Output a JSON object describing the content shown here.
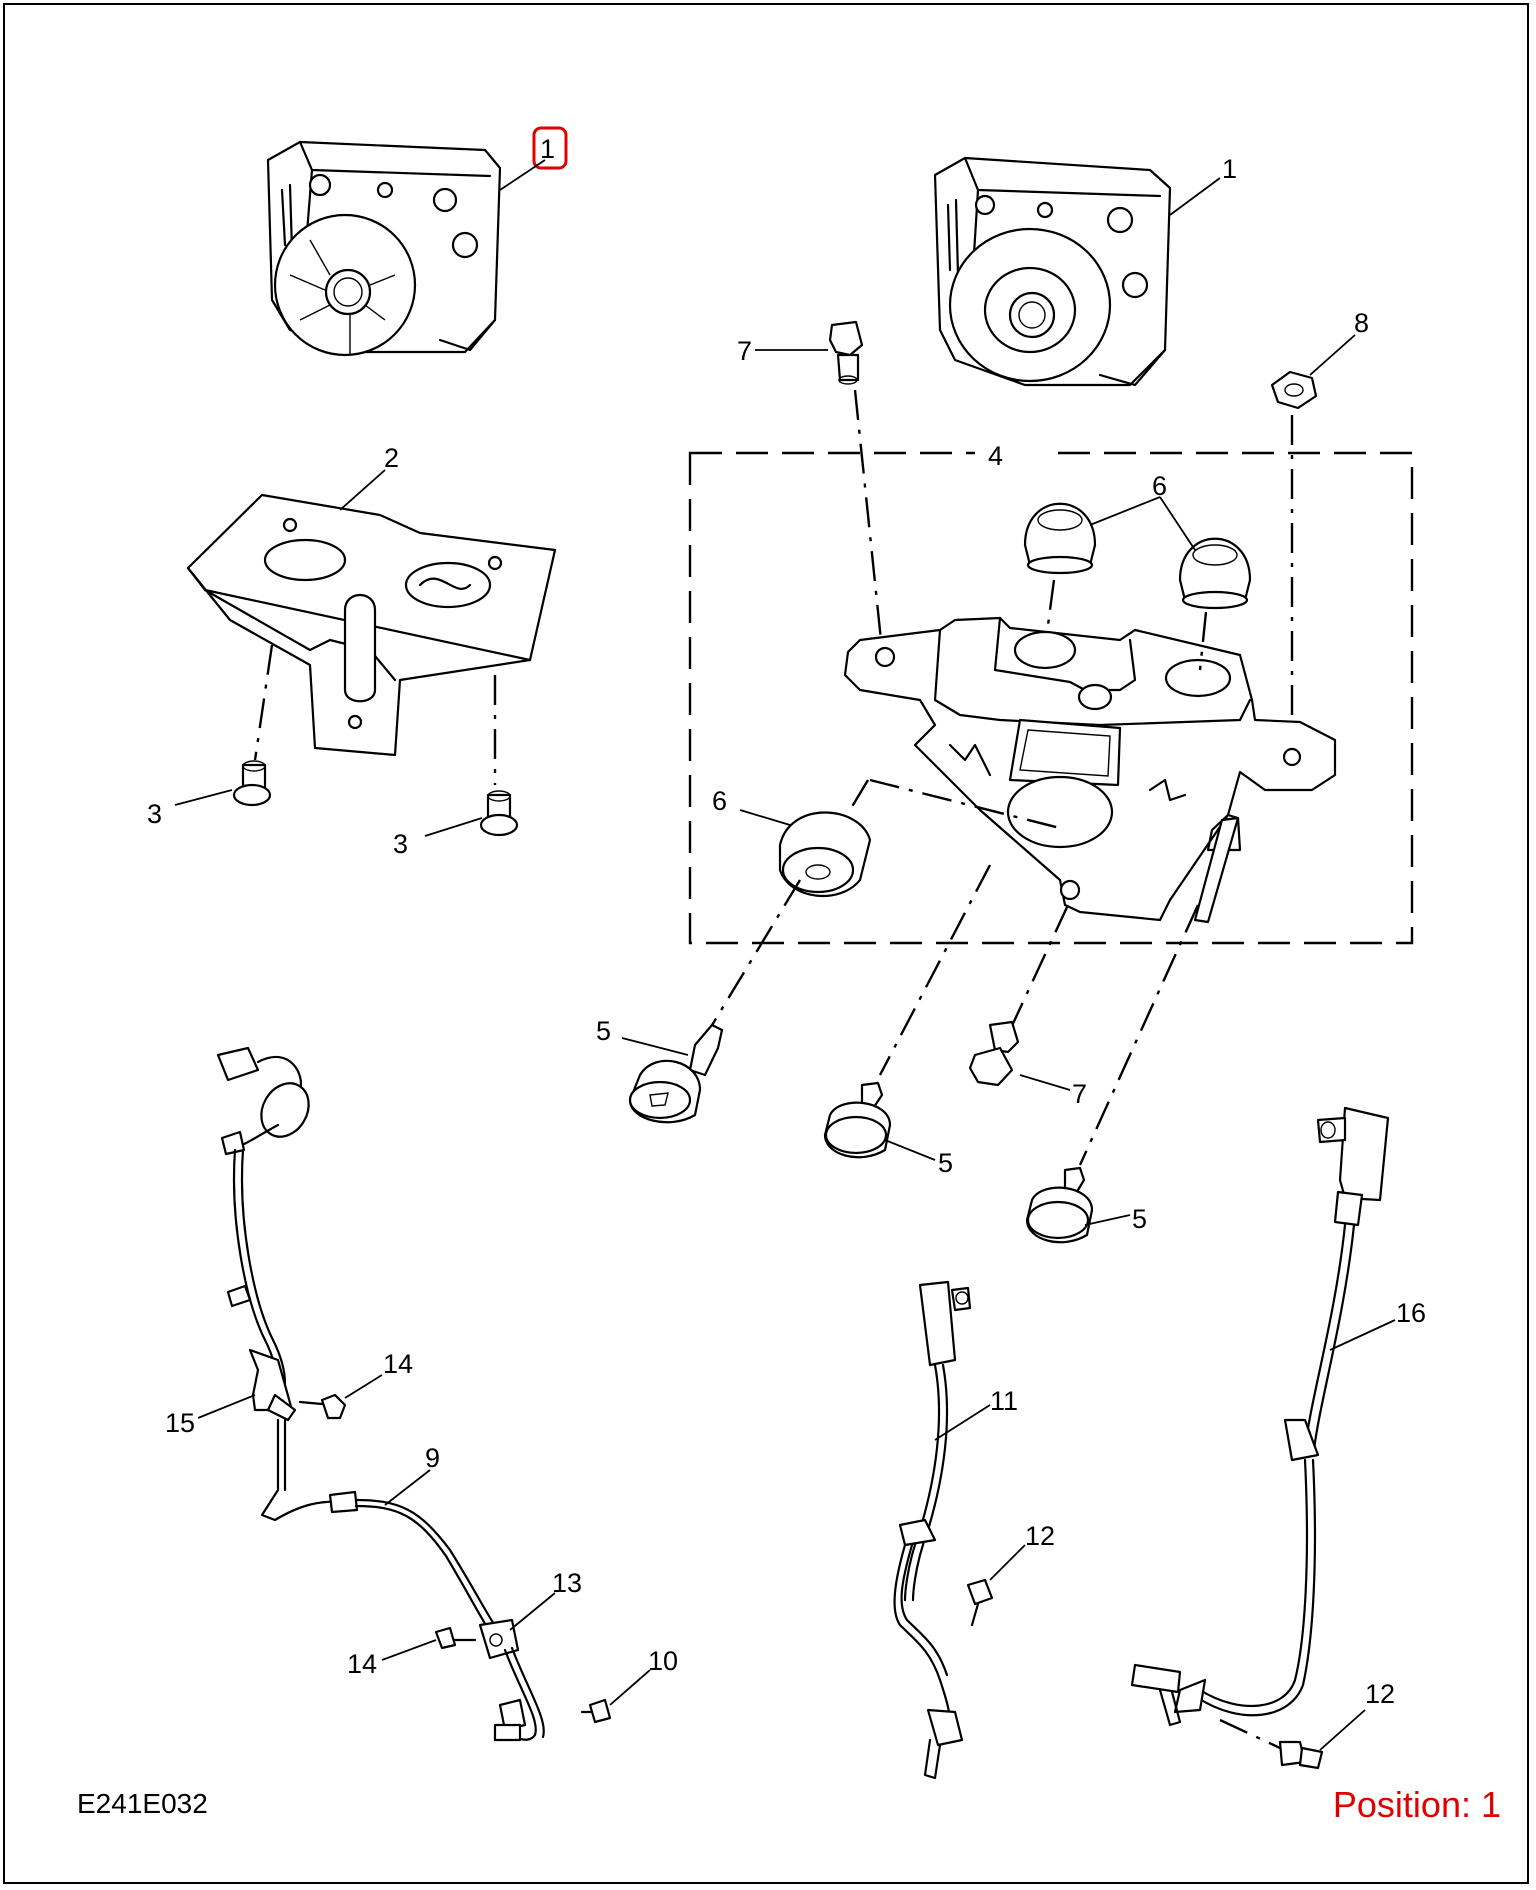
{
  "figure": {
    "code": "E241E032",
    "position_text": "Position: 1",
    "highlight_color": "#e00000",
    "line_color": "#000000"
  },
  "callouts": {
    "c1a": "1",
    "c1b": "1",
    "c2": "2",
    "c3a": "3",
    "c3b": "3",
    "c4": "4",
    "c5a": "5",
    "c5b": "5",
    "c5c": "5",
    "c6a": "6",
    "c6b": "6",
    "c7a": "7",
    "c7b": "7",
    "c8": "8",
    "c9": "9",
    "c10": "10",
    "c11": "11",
    "c12a": "12",
    "c12b": "12",
    "c13": "13",
    "c14a": "14",
    "c14b": "14",
    "c15": "15",
    "c16": "16"
  }
}
